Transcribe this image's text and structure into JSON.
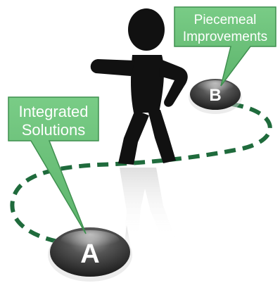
{
  "callouts": {
    "integrated": {
      "line1": "Integrated",
      "line2": "Solutions"
    },
    "piecemeal": {
      "line1": "Piecemeal",
      "line2": "Improvements"
    }
  },
  "points": {
    "a": "A",
    "b": "B"
  },
  "colors": {
    "callout_fill": "#6cc27a",
    "callout_stroke": "#3f8f4f",
    "path_dash": "#1f6b3c",
    "figure": "#111111",
    "button_dark": "#2b2b2b"
  },
  "icons": {
    "figure": "walking-stick-figure-icon"
  }
}
